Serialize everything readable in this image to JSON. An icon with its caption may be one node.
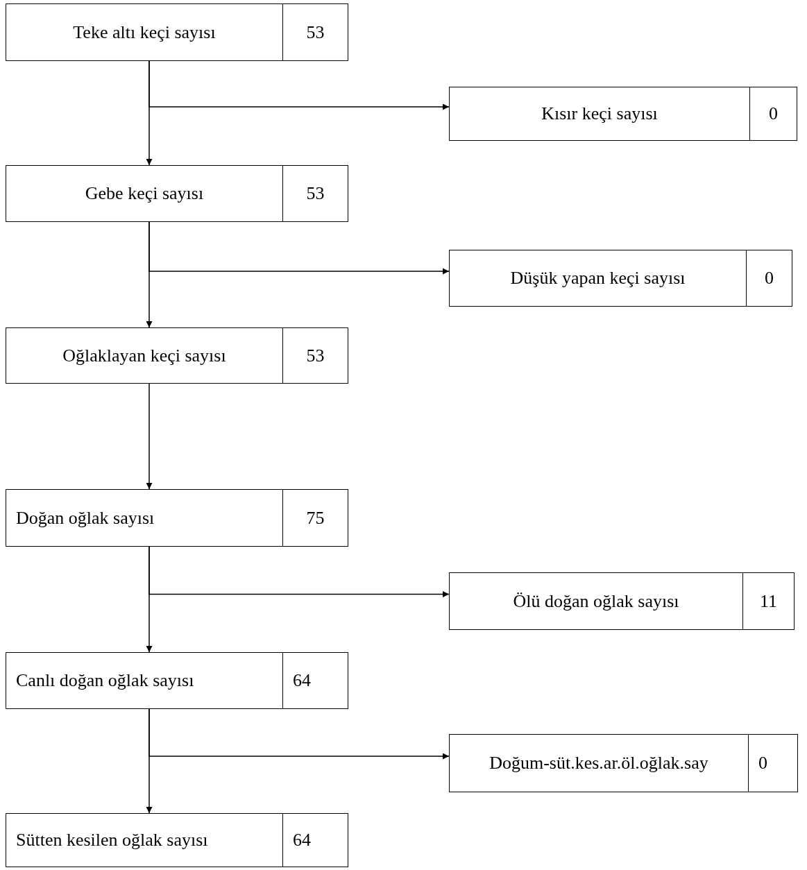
{
  "diagram": {
    "nodes": [
      {
        "text": [
          "Teke altı keçi sayısı",
          "53"
        ]
      },
      {
        "text": [
          "Kısır keçi sayısı",
          "0"
        ]
      },
      {
        "text": [
          "Gebe keçi sayısı",
          "53"
        ]
      },
      {
        "text": [
          "Düşük yapan keçi sayısı",
          "0"
        ]
      },
      {
        "text": [
          "Oğlaklayan keçi sayısı",
          "53"
        ]
      },
      {
        "text": [
          "Doğan oğlak sayısı",
          "75"
        ]
      },
      {
        "text": [
          "Ölü doğan oğlak sayısı",
          "11"
        ]
      },
      {
        "text": [
          "Canlı doğan oğlak sayısı",
          "64"
        ]
      },
      {
        "text": [
          "Doğum-süt.kes.ar.öl.oğlak.say",
          "0"
        ]
      },
      {
        "text": [
          "Sütten kesilen oğlak sayısı",
          "64"
        ]
      }
    ],
    "edges": [
      {
        "from": 0,
        "to": 2,
        "arrow": "to"
      },
      {
        "from": 0,
        "to": 1,
        "arrow": "to"
      },
      {
        "from": 2,
        "to": 4,
        "arrow": "to"
      },
      {
        "from": 2,
        "to": 3,
        "arrow": "to"
      },
      {
        "from": 4,
        "to": 5,
        "arrow": "to"
      },
      {
        "from": 5,
        "to": 7,
        "arrow": "to"
      },
      {
        "from": 5,
        "to": 6,
        "arrow": "to"
      },
      {
        "from": 7,
        "to": 9,
        "arrow": "to"
      },
      {
        "from": 7,
        "to": 8,
        "arrow": "to"
      }
    ]
  }
}
